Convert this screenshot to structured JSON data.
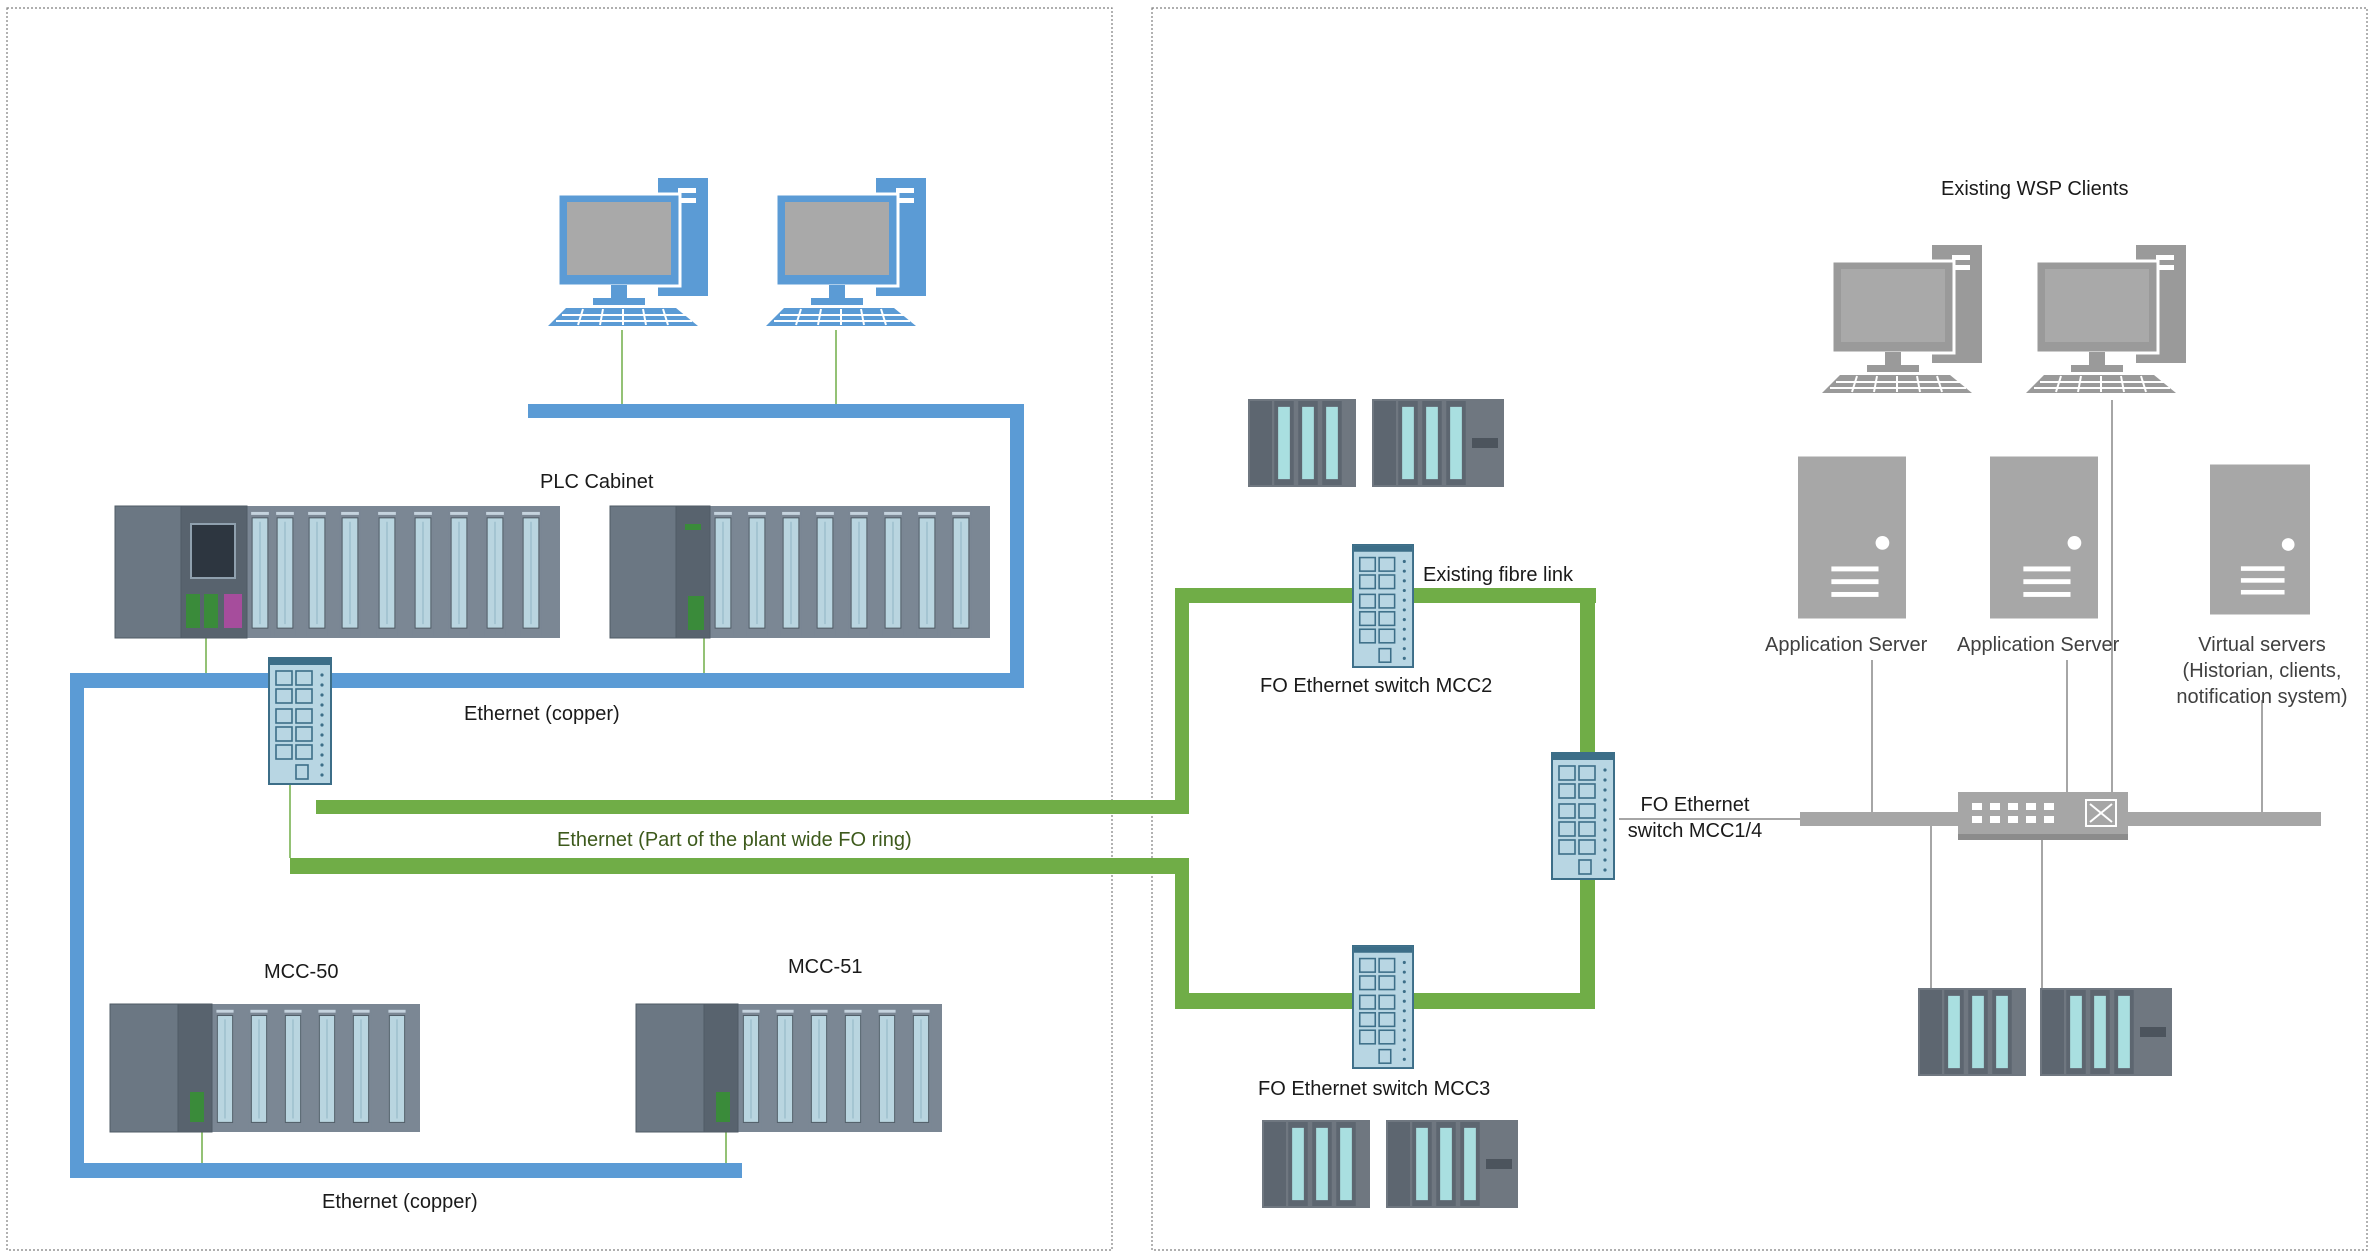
{
  "labels": {
    "plc_cabinet": "PLC Cabinet",
    "ethernet_copper_top": "Ethernet (copper)",
    "ethernet_fo_ring": "Ethernet (Part of the plant wide FO ring)",
    "mcc50": "MCC-50",
    "mcc51": "MCC-51",
    "ethernet_copper_bottom": "Ethernet (copper)",
    "existing_fibre_link": "Existing fibre link",
    "fo_switch_mcc2": "FO Ethernet switch MCC2",
    "fo_switch_mcc3": "FO Ethernet switch MCC3",
    "fo_switch_mcc14_line1": "FO Ethernet",
    "fo_switch_mcc14_line2": "switch MCC1/4",
    "existing_wsp_clients": "Existing  WSP Clients",
    "app_server_1": "Application Server",
    "app_server_2": "Application Server",
    "virtual_servers_line1": "Virtual servers",
    "virtual_servers_line2": "(Historian, clients,",
    "virtual_servers_line3": "notification system)"
  },
  "colors": {
    "copper_ethernet": "#5b9bd5",
    "fibre": "#70ad47",
    "existing_network": "#a6a6a6",
    "plc_dark": "#5f6b78",
    "plc_module": "#c5dce6",
    "switch_fill": "#b8d6e3",
    "computer_blue": "#5b9bd5",
    "computer_grey": "#9a9a9a"
  },
  "icons": [
    "workstation-icon",
    "plc-rack-icon",
    "io-module-icon",
    "fo-switch-icon",
    "server-tower-icon",
    "network-switch-icon"
  ]
}
